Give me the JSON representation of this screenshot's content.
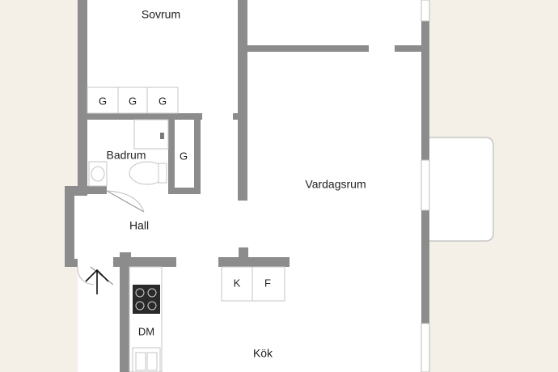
{
  "rooms": {
    "sovrum": "Sovrum",
    "vardagsrum": "Vardagsrum",
    "badrum": "Badrum",
    "hall": "Hall",
    "kok": "Kök"
  },
  "storage": {
    "wardrobe_label": "G",
    "fridge_label": "K",
    "freezer_label": "F",
    "dishwasher_label": "DM"
  },
  "colors": {
    "background": "#f4efe7",
    "floor": "#ffffff",
    "wall": "#8c8c8c"
  }
}
